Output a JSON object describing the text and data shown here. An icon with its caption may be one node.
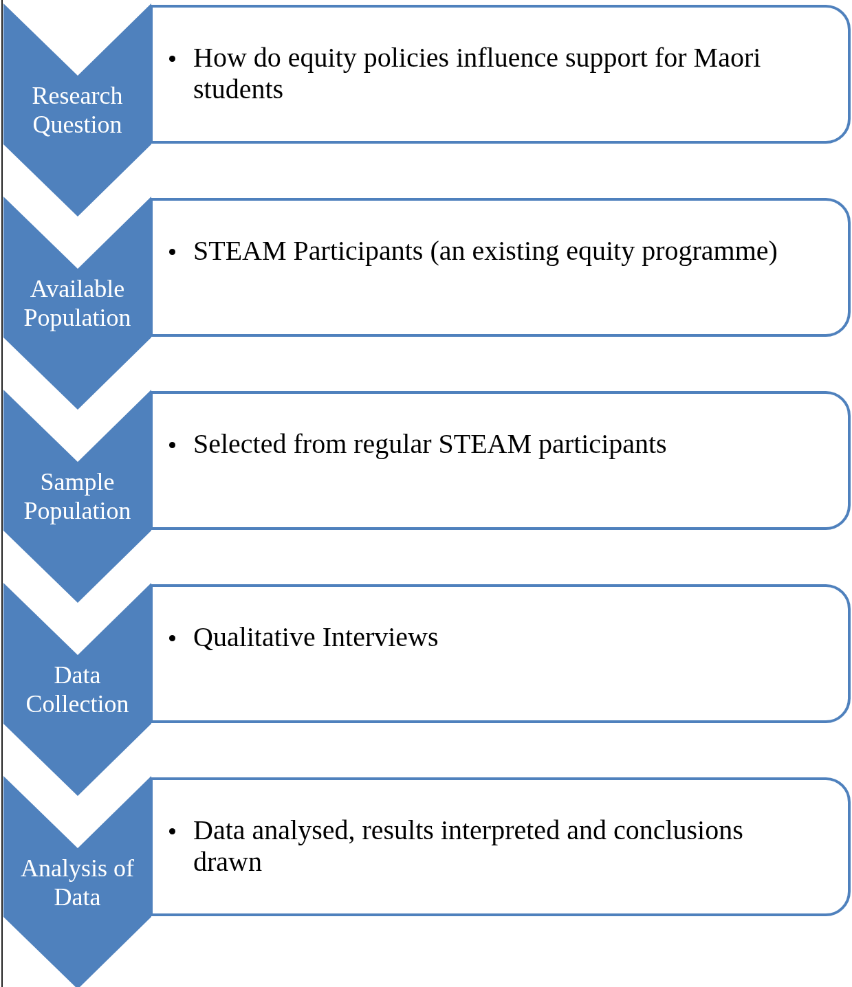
{
  "diagram": {
    "nodes": [
      {
        "text": [
          "Research Question"
        ]
      },
      {
        "text": [
          "How do equity policies influence support for Maori students"
        ]
      },
      {
        "text": [
          "Available Population"
        ]
      },
      {
        "text": [
          "STEAM Participants (an existing equity programme)"
        ]
      },
      {
        "text": [
          "Sample Population"
        ]
      },
      {
        "text": [
          "Selected from regular STEAM participants"
        ]
      },
      {
        "text": [
          "Data Collection"
        ]
      },
      {
        "text": [
          "Qualitative Interviews"
        ]
      },
      {
        "text": [
          "Analysis of Data"
        ]
      },
      {
        "text": [
          "Data analysed, results interpreted and conclusions drawn"
        ]
      }
    ]
  }
}
